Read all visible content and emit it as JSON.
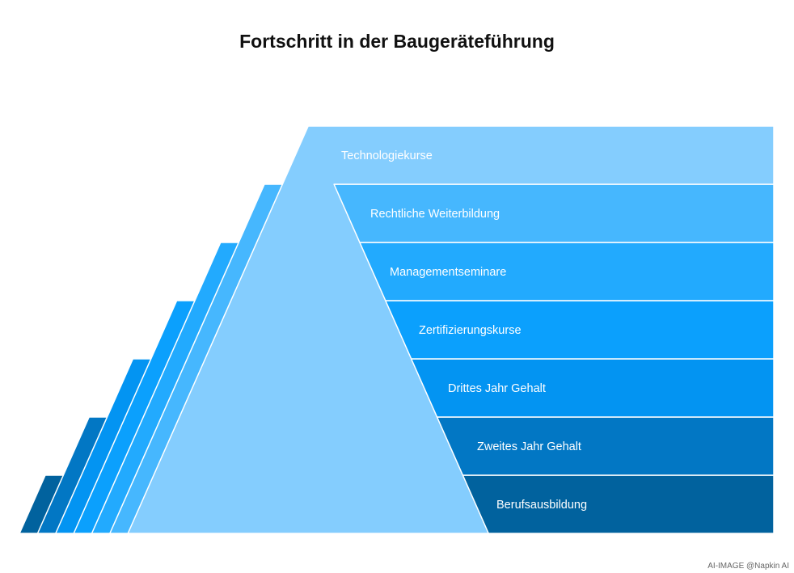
{
  "title": "Fortschritt in der Baugeräteführung",
  "footer": "AI-IMAGE  @Napkin AI",
  "levels": [
    {
      "label": "Berufsausbildung",
      "color": "#01629e"
    },
    {
      "label": "Zweites Jahr Gehalt",
      "color": "#0277c4"
    },
    {
      "label": "Drittes Jahr Gehalt",
      "color": "#0394f2"
    },
    {
      "label": "Zertifizierungskurse",
      "color": "#0ba0fd"
    },
    {
      "label": "Managementseminare",
      "color": "#22aafe"
    },
    {
      "label": "Rechtliche Weiterbildung",
      "color": "#46b7fe"
    },
    {
      "label": "Technologiekurse",
      "color": "#84cdfe"
    }
  ]
}
